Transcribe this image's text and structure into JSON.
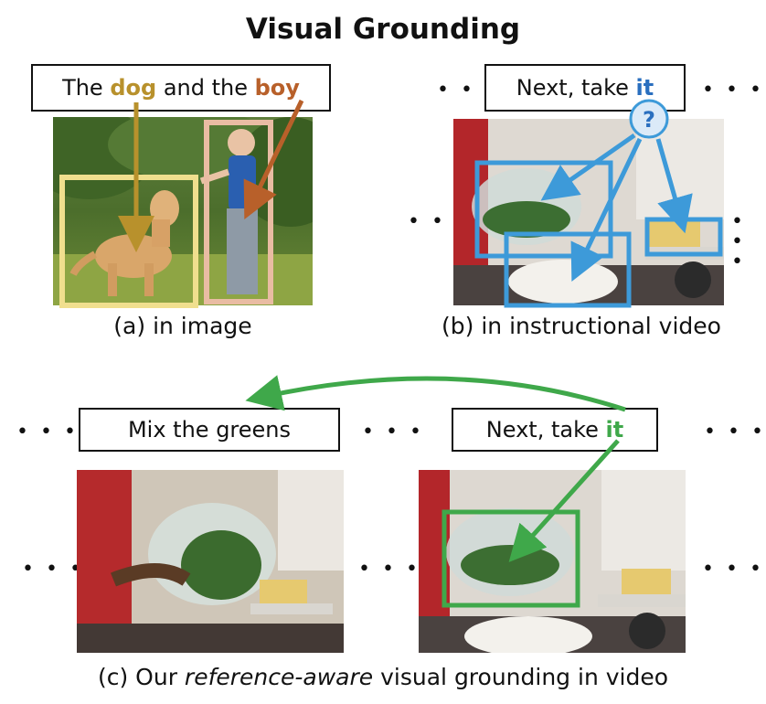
{
  "title": "Visual Grounding",
  "ellipsis": "• • •",
  "panel_a": {
    "phrase": {
      "pre": "The ",
      "dog": "dog",
      "mid": " and the ",
      "boy": "boy"
    },
    "caption": "(a) in image"
  },
  "panel_b": {
    "phrase": {
      "pre": "Next, take ",
      "it": "it"
    },
    "question": "?",
    "caption": "(b) in instructional video"
  },
  "panel_c": {
    "phrase_left": "Mix the greens",
    "phrase_right": {
      "pre": "Next, take ",
      "it": "it"
    },
    "caption": {
      "pre": "(c) Our ",
      "italic": "reference-aware",
      "post": " visual grounding in video"
    }
  },
  "colors": {
    "dog": "#b8912c",
    "boy": "#b8602a",
    "dog_box": "#f0df8e",
    "boy_box": "#e9bca3",
    "blue": "#3d9ad9",
    "it_blue": "#2a6fbf",
    "green": "#3fa84a"
  }
}
